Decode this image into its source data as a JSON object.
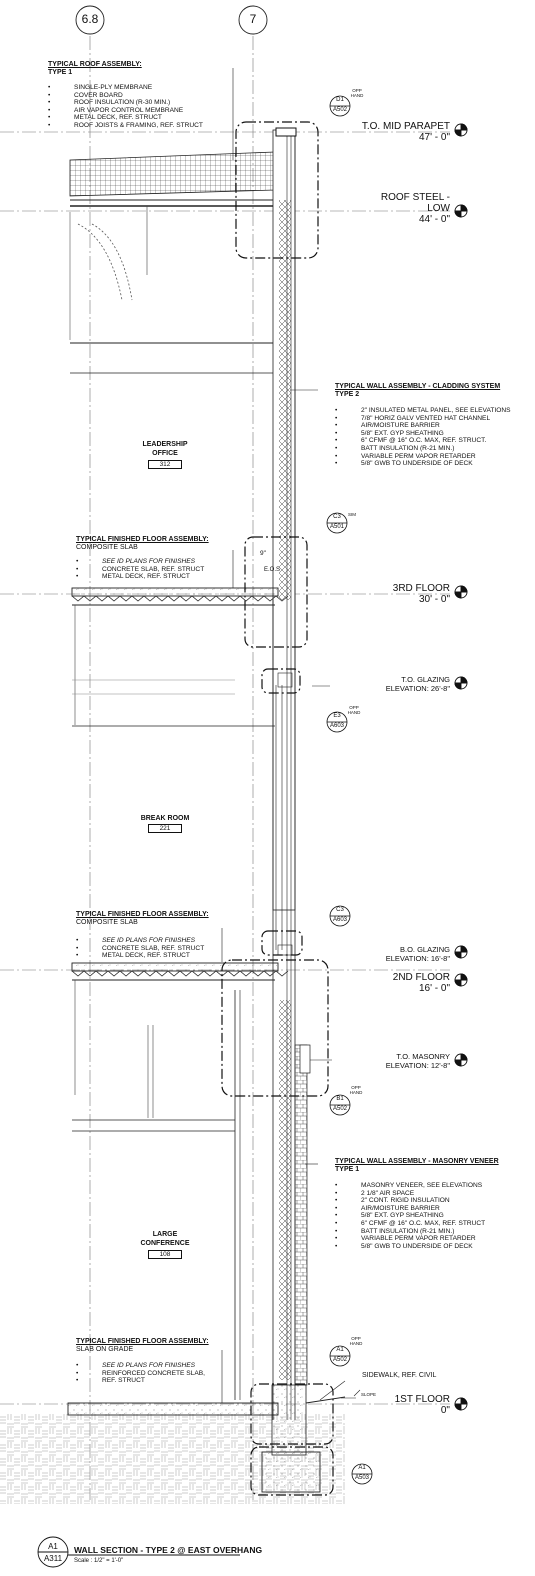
{
  "grid": {
    "left": "6.8",
    "right": "7"
  },
  "roof": {
    "title": "TYPICAL ROOF ASSEMBLY:",
    "type": "TYPE 1",
    "items": [
      "SINGLE-PLY MEMBRANE",
      "COVER BOARD",
      "ROOF INSULATION (R-30 MIN.)",
      "AIR VAPOR CONTROL MEMBRANE",
      "METAL DECK, REF. STRUCT",
      "ROOF JOISTS & FRAMING, REF. STRUCT"
    ]
  },
  "cladding": {
    "title": "TYPICAL WALL ASSEMBLY - CLADDING SYSTEM",
    "type": "TYPE 2",
    "items": [
      "2\" INSULATED METAL PANEL, SEE ELEVATIONS",
      "7/8\" HORIZ GALV VENTED HAT CHANNEL",
      "AIR/MOISTURE BARRIER",
      "5/8\" EXT. GYP SHEATHING",
      "6\" CFMF @ 16\" O.C. MAX, REF. STRUCT.",
      "BATT INSULATION (R-21 MIN.)",
      "VARIABLE PERM VAPOR RETARDER",
      "5/8\" GWB TO UNDERSIDE OF DECK"
    ]
  },
  "floor3": {
    "title": "TYPICAL FINISHED FLOOR ASSEMBLY:",
    "type": "COMPOSITE SLAB",
    "items": [
      "SEE ID PLANS FOR FINISHES",
      "CONCRETE SLAB, REF. STRUCT",
      "METAL DECK, REF. STRUCT"
    ]
  },
  "floor2": {
    "title": "TYPICAL FINISHED FLOOR ASSEMBLY:",
    "type": "COMPOSITE SLAB",
    "items": [
      "SEE ID PLANS FOR FINISHES",
      "CONCRETE SLAB, REF. STRUCT",
      "METAL DECK, REF. STRUCT"
    ]
  },
  "masonry": {
    "title": "TYPICAL WALL ASSEMBLY - MASONRY VENEER",
    "type": "TYPE 1",
    "items": [
      "MASONRY VENEER, SEE ELEVATIONS",
      "2 1/8\" AIR SPACE",
      "2\" CONT. RIGID INSULATION",
      "AIR/MOISTURE BARRIER",
      "5/8\" EXT. GYP SHEATHING",
      "6\" CFMF @ 16\" O.C. MAX, REF. STRUCT",
      "BATT INSULATION (R-21 MIN.)",
      "VARIABLE PERM VAPOR RETARDER",
      "5/8\" GWB TO UNDERSIDE OF DECK"
    ]
  },
  "slab": {
    "title": "TYPICAL FINISHED FLOOR ASSEMBLY:",
    "type": "SLAB ON GRADE",
    "items": [
      "SEE ID PLANS FOR FINISHES",
      "REINFORCED CONCRETE SLAB,",
      "REF. STRUCT"
    ]
  },
  "levels": {
    "parapet_name": "T.O. MID PARAPET",
    "parapet_elev": "47' - 0\"",
    "roof_name_1": "ROOF STEEL -",
    "roof_name_2": "LOW",
    "roof_elev": "44' - 0\"",
    "floor3_name": "3RD FLOOR",
    "floor3_elev": "30' - 0\"",
    "floor2_name": "2ND FLOOR",
    "floor2_elev": "16' - 0\"",
    "floor1_name": "1ST FLOOR",
    "floor1_elev": "0\""
  },
  "elev_notes": {
    "to_glazing": "T.O. GLAZING",
    "to_glazing_elev": "ELEVATION: 26'-8\"",
    "bo_glazing": "B.O. GLAZING",
    "bo_glazing_elev": "ELEVATION: 16'-8\"",
    "to_masonry": "T.O. MASONRY",
    "to_masonry_elev": "ELEVATION: 12'-8\""
  },
  "rooms": {
    "leadership_1": "LEADERSHIP",
    "leadership_2": "OFFICE",
    "leadership_num": "312",
    "break": "BREAK ROOM",
    "break_num": "221",
    "large_1": "LARGE",
    "large_2": "CONFERENCE",
    "large_num": "108"
  },
  "tags": {
    "d1": "D1",
    "d1_sheet": "A502",
    "d1_note": "OPP HAND",
    "c3a": "C3",
    "c3a_sheet": "A501",
    "c3a_note": "SIM",
    "e3": "E3",
    "e3_sheet": "A603",
    "e3_note": "OPP HAND",
    "c3b": "C3",
    "c3b_sheet": "A603",
    "b1": "B1",
    "b1_sheet": "A502",
    "b1_note": "OPP HAND",
    "a1": "A1",
    "a1_sheet": "A502",
    "a1_note": "OPP HAND",
    "a1b": "A1",
    "a1b_sheet": "A503"
  },
  "misc": {
    "dim": "9\"",
    "eos": "E.O.S",
    "sidewalk": "SIDEWALK, REF. CIVIL",
    "slope": "SLOPE"
  },
  "title_block": {
    "id": "A1",
    "sheet": "A311",
    "title": "WALL SECTION - TYPE 2 @ EAST OVERHANG",
    "scale": "Scale : 1/2\" = 1'-0\""
  }
}
